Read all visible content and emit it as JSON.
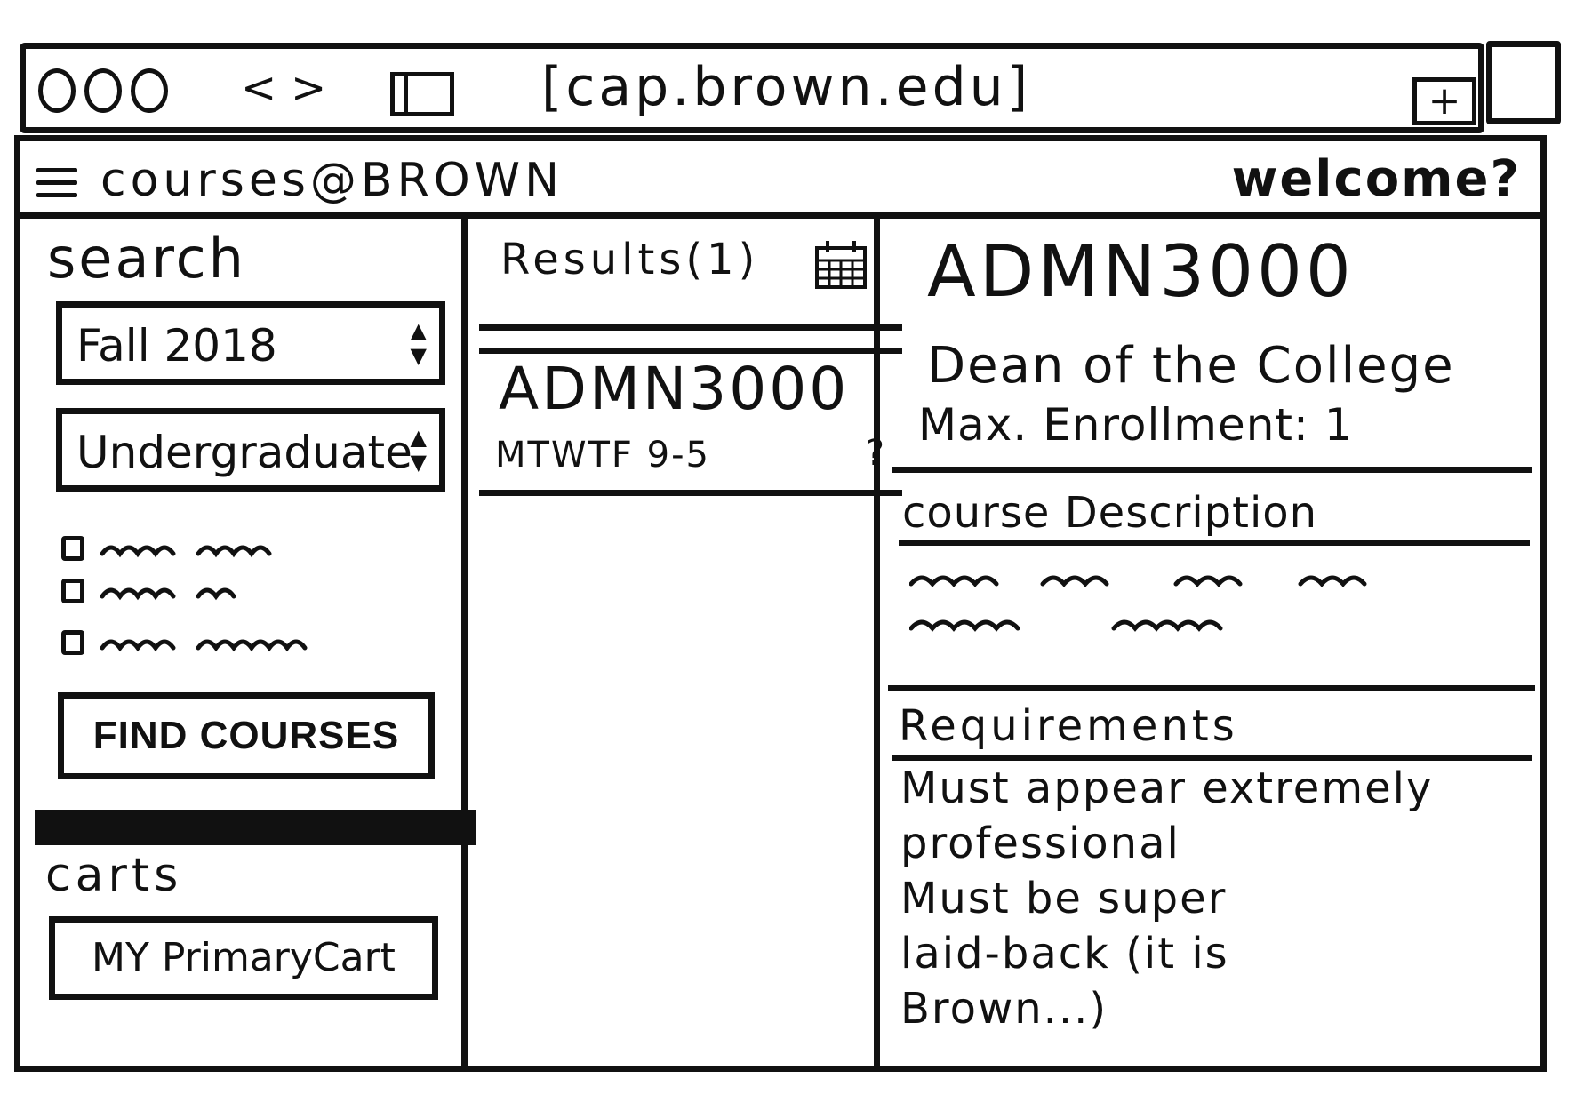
{
  "browser": {
    "url": "cap.brown.edu",
    "url_open_bracket": "[",
    "url_close_bracket": "]",
    "back_glyph": "<",
    "forward_glyph": ">",
    "new_tab_glyph": "+"
  },
  "header": {
    "title": "courses@BROWN",
    "welcome": "welcome?"
  },
  "search": {
    "heading": "search",
    "term_value": "Fall 2018",
    "level_value": "Undergraduate",
    "find_button": "FIND COURSES"
  },
  "carts": {
    "heading": "carts",
    "cart_button": "MY PrimaryCart"
  },
  "results": {
    "heading": "Results(1)",
    "items": [
      {
        "code": "ADMN3000",
        "meeting": "MTWTF 9-5",
        "help": "?"
      }
    ]
  },
  "detail": {
    "code": "ADMN3000",
    "department": "Dean of the College",
    "max_enrollment": "Max. Enrollment: 1",
    "description_heading": "course Description",
    "requirements_heading": "Requirements",
    "requirements_lines": [
      "Must appear extremely",
      "professional",
      "Must be super",
      "laid-back (it is",
      "Brown...)"
    ]
  }
}
